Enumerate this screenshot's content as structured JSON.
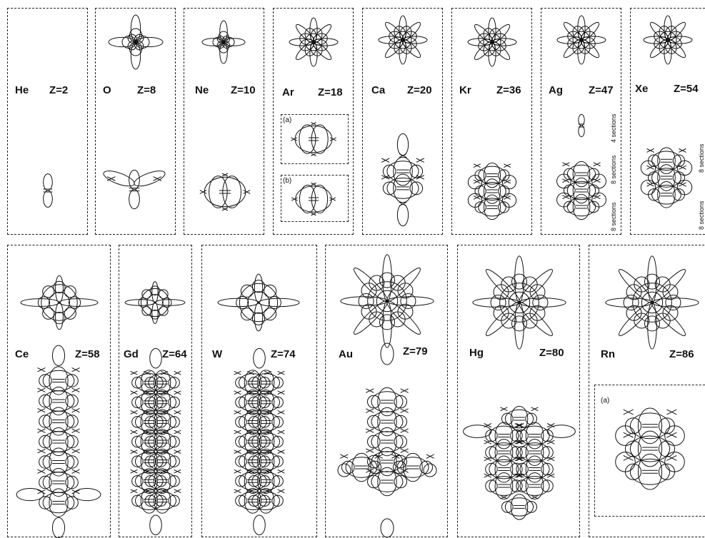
{
  "row1": [
    {
      "symbol": "He",
      "z": "Z=2"
    },
    {
      "symbol": "O",
      "z": "Z=8"
    },
    {
      "symbol": "Ne",
      "z": "Z=10"
    },
    {
      "symbol": "Ar",
      "z": "Z=18"
    },
    {
      "symbol": "Ca",
      "z": "Z=20"
    },
    {
      "symbol": "Kr",
      "z": "Z=36"
    },
    {
      "symbol": "Ag",
      "z": "Z=47"
    },
    {
      "symbol": "Xe",
      "z": "Z=54"
    }
  ],
  "row2": [
    {
      "symbol": "Ce",
      "z": "Z=58"
    },
    {
      "symbol": "Gd",
      "z": "Z=64"
    },
    {
      "symbol": "W",
      "z": "Z=74"
    },
    {
      "symbol": "Au",
      "z": "Z=79"
    },
    {
      "symbol": "Hg",
      "z": "Z=80"
    },
    {
      "symbol": "Rn",
      "z": "Z=86"
    }
  ],
  "ar_sub_a": "(a)",
  "ar_sub_b": "(b)",
  "rn_sub_a": "(a)",
  "ag_notes": [
    "8 sections",
    "8 sections",
    "4 sections"
  ],
  "xe_notes": [
    "8 sections",
    "8 sections"
  ]
}
